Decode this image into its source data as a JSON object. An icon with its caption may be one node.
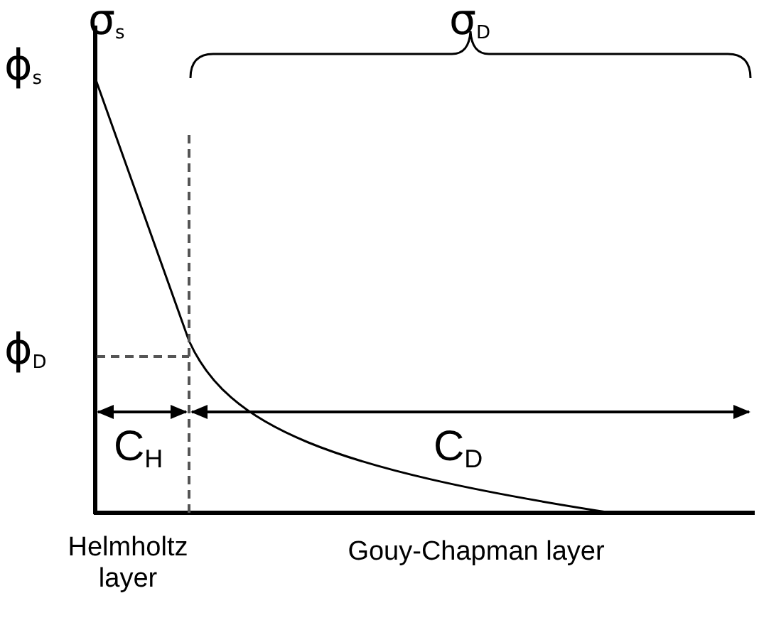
{
  "diagram": {
    "labels": [
      "σ$_{s}$",
      "σ$_{D}$",
      "ϕ$_{s}$",
      "ϕ$_{D}$",
      "C$_{H}$",
      "C$_{D}$",
      "Helmholtz layer",
      "Gouy-Chapman layer"
    ]
  }
}
